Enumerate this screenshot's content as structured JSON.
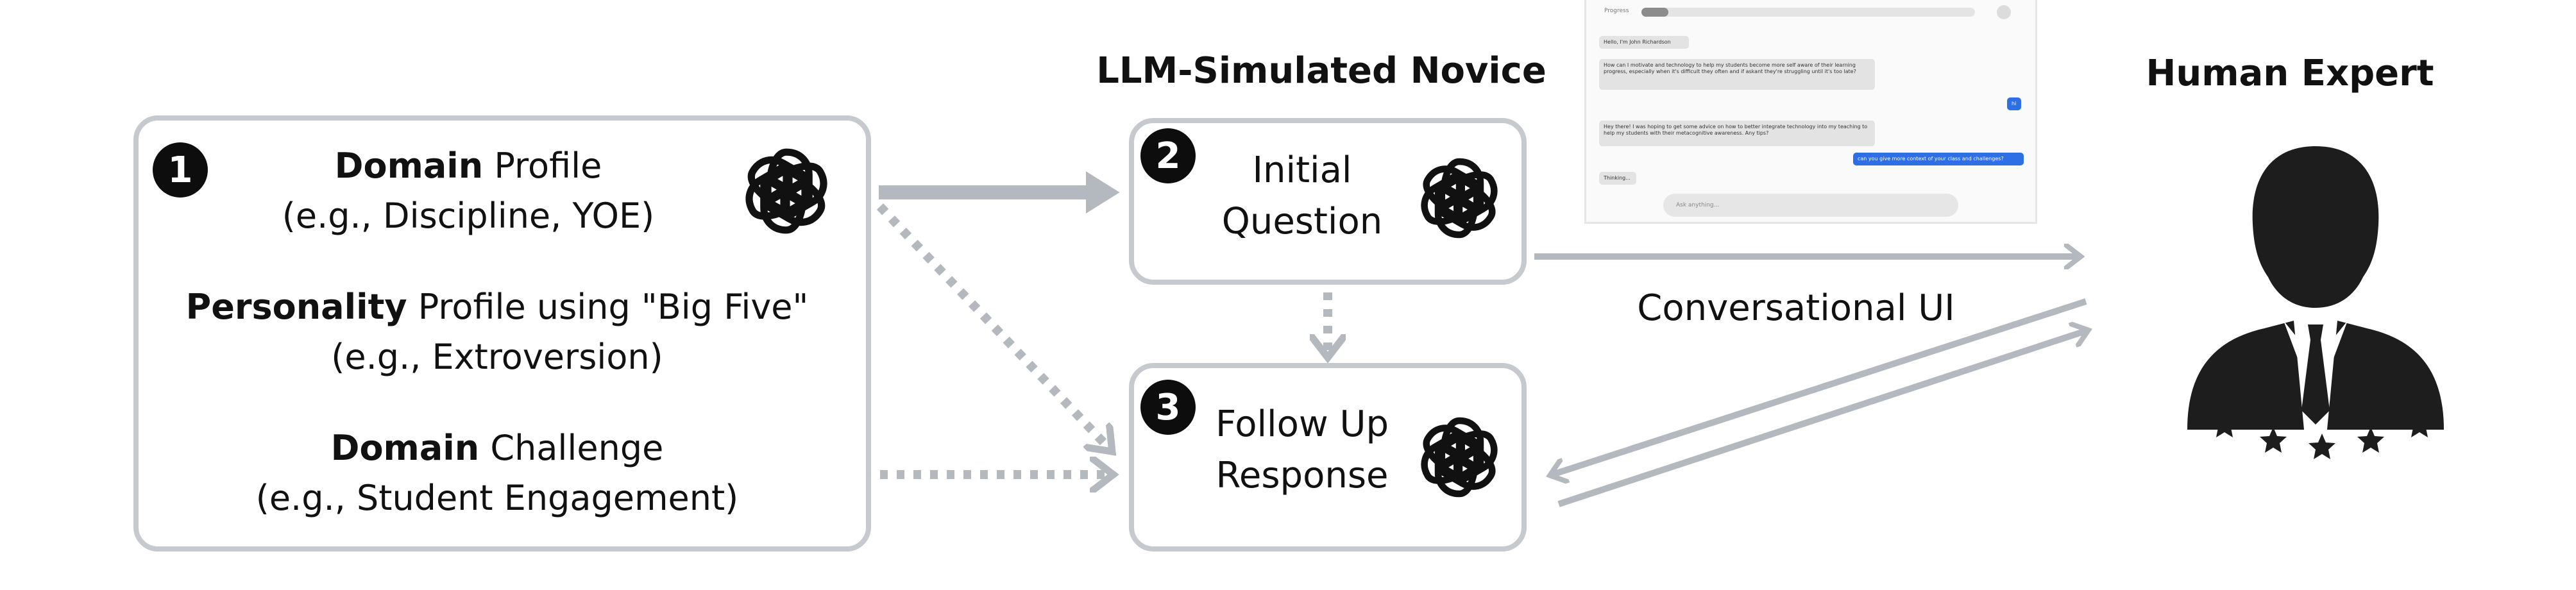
{
  "profile_box": {
    "badge": "1",
    "line1_bold": "Domain",
    "line1_rest": " Profile",
    "line2": "(e.g., Discipline, YOE)",
    "line3_bold": "Personality",
    "line3_rest": " Profile using \"Big Five\"",
    "line4": "(e.g., Extroversion)",
    "line5_bold": "Domain",
    "line5_rest": " Challenge",
    "line6": "(e.g., Student Engagement)"
  },
  "novice": {
    "header": "LLM-Simulated Novice",
    "step2": {
      "badge": "2",
      "line1": "Initial",
      "line2": "Question"
    },
    "step3": {
      "badge": "3",
      "line1": "Follow Up",
      "line2": "Response"
    }
  },
  "chat_ui": {
    "progress_label": "Progress",
    "progress_fraction": 0.08,
    "caption": "Conversational UI",
    "messages": [
      {
        "role": "bot",
        "text": "Hello, I'm John Richardson"
      },
      {
        "role": "bot",
        "text": "How can I motivate and technology to help my students become more self aware of their learning progress, especially when it's difficult they often and if askant they're struggling until it's too late?"
      },
      {
        "role": "user",
        "text": "hi"
      },
      {
        "role": "bot",
        "text": "Hey there! I was hoping to get some advice on how to better integrate technology into my teaching to help my students with their metacognitive awareness. Any tips?"
      },
      {
        "role": "user",
        "text": "can you give more context of your class and challenges?"
      },
      {
        "role": "bot",
        "text": "Thinking..."
      }
    ],
    "input_placeholder": "Ask anything..."
  },
  "expert": {
    "header": "Human Expert"
  },
  "colors": {
    "box_border": "#c6c9cd",
    "arrow": "#b4b9bf",
    "badge": "#0d0d0d",
    "chat_user": "#2f6fe6"
  }
}
